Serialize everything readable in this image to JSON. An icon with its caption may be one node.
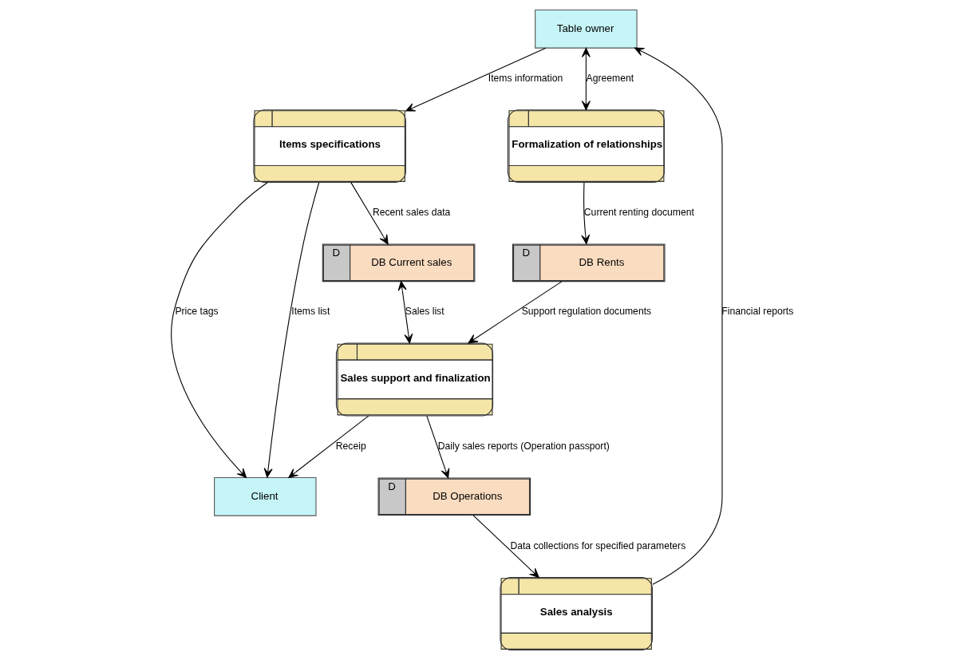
{
  "diagram": {
    "nodes": [
      {
        "text": [
          "Table owner"
        ]
      },
      {
        "text": [
          "Items specifications"
        ]
      },
      {
        "text": [
          "Client"
        ]
      },
      {
        "text": [
          "Formalization of relationships"
        ]
      },
      {
        "text": [
          "D",
          "DB Current sales"
        ]
      },
      {
        "text": [
          "Sales support and finalization"
        ]
      },
      {
        "text": [
          "D",
          "DB Rents"
        ]
      },
      {
        "text": [
          "D",
          "DB Operations"
        ]
      },
      {
        "text": [
          "Sales analysis"
        ]
      }
    ],
    "edges": [
      {
        "from": 0,
        "to": 1,
        "arrow": "to",
        "label": "Items information"
      },
      {
        "from": 1,
        "to": 2,
        "arrow": "to",
        "label": "Price tags"
      },
      {
        "from": 1,
        "to": 2,
        "arrow": "to",
        "label": "Items list"
      },
      {
        "from": 0,
        "to": 3,
        "arrow": "both",
        "label": "Agreement"
      },
      {
        "from": 1,
        "to": 4,
        "arrow": "to",
        "label": "Recent sales data"
      },
      {
        "from": 4,
        "to": 5,
        "arrow": "both",
        "label": "Sales list"
      },
      {
        "from": 5,
        "to": 2,
        "arrow": "to",
        "label": "Receip"
      },
      {
        "from": 3,
        "to": 6,
        "arrow": "to",
        "label": "Current renting document"
      },
      {
        "from": 6,
        "to": 5,
        "arrow": "to",
        "label": "Support regulation documents"
      },
      {
        "from": 5,
        "to": 7,
        "arrow": "to",
        "label": "Daily sales reports (Operation passport)"
      },
      {
        "from": 7,
        "to": 8,
        "arrow": "to",
        "label": "Data collections for specified parameters"
      },
      {
        "from": 8,
        "to": 0,
        "arrow": "to",
        "label": "Financial reports"
      }
    ]
  }
}
